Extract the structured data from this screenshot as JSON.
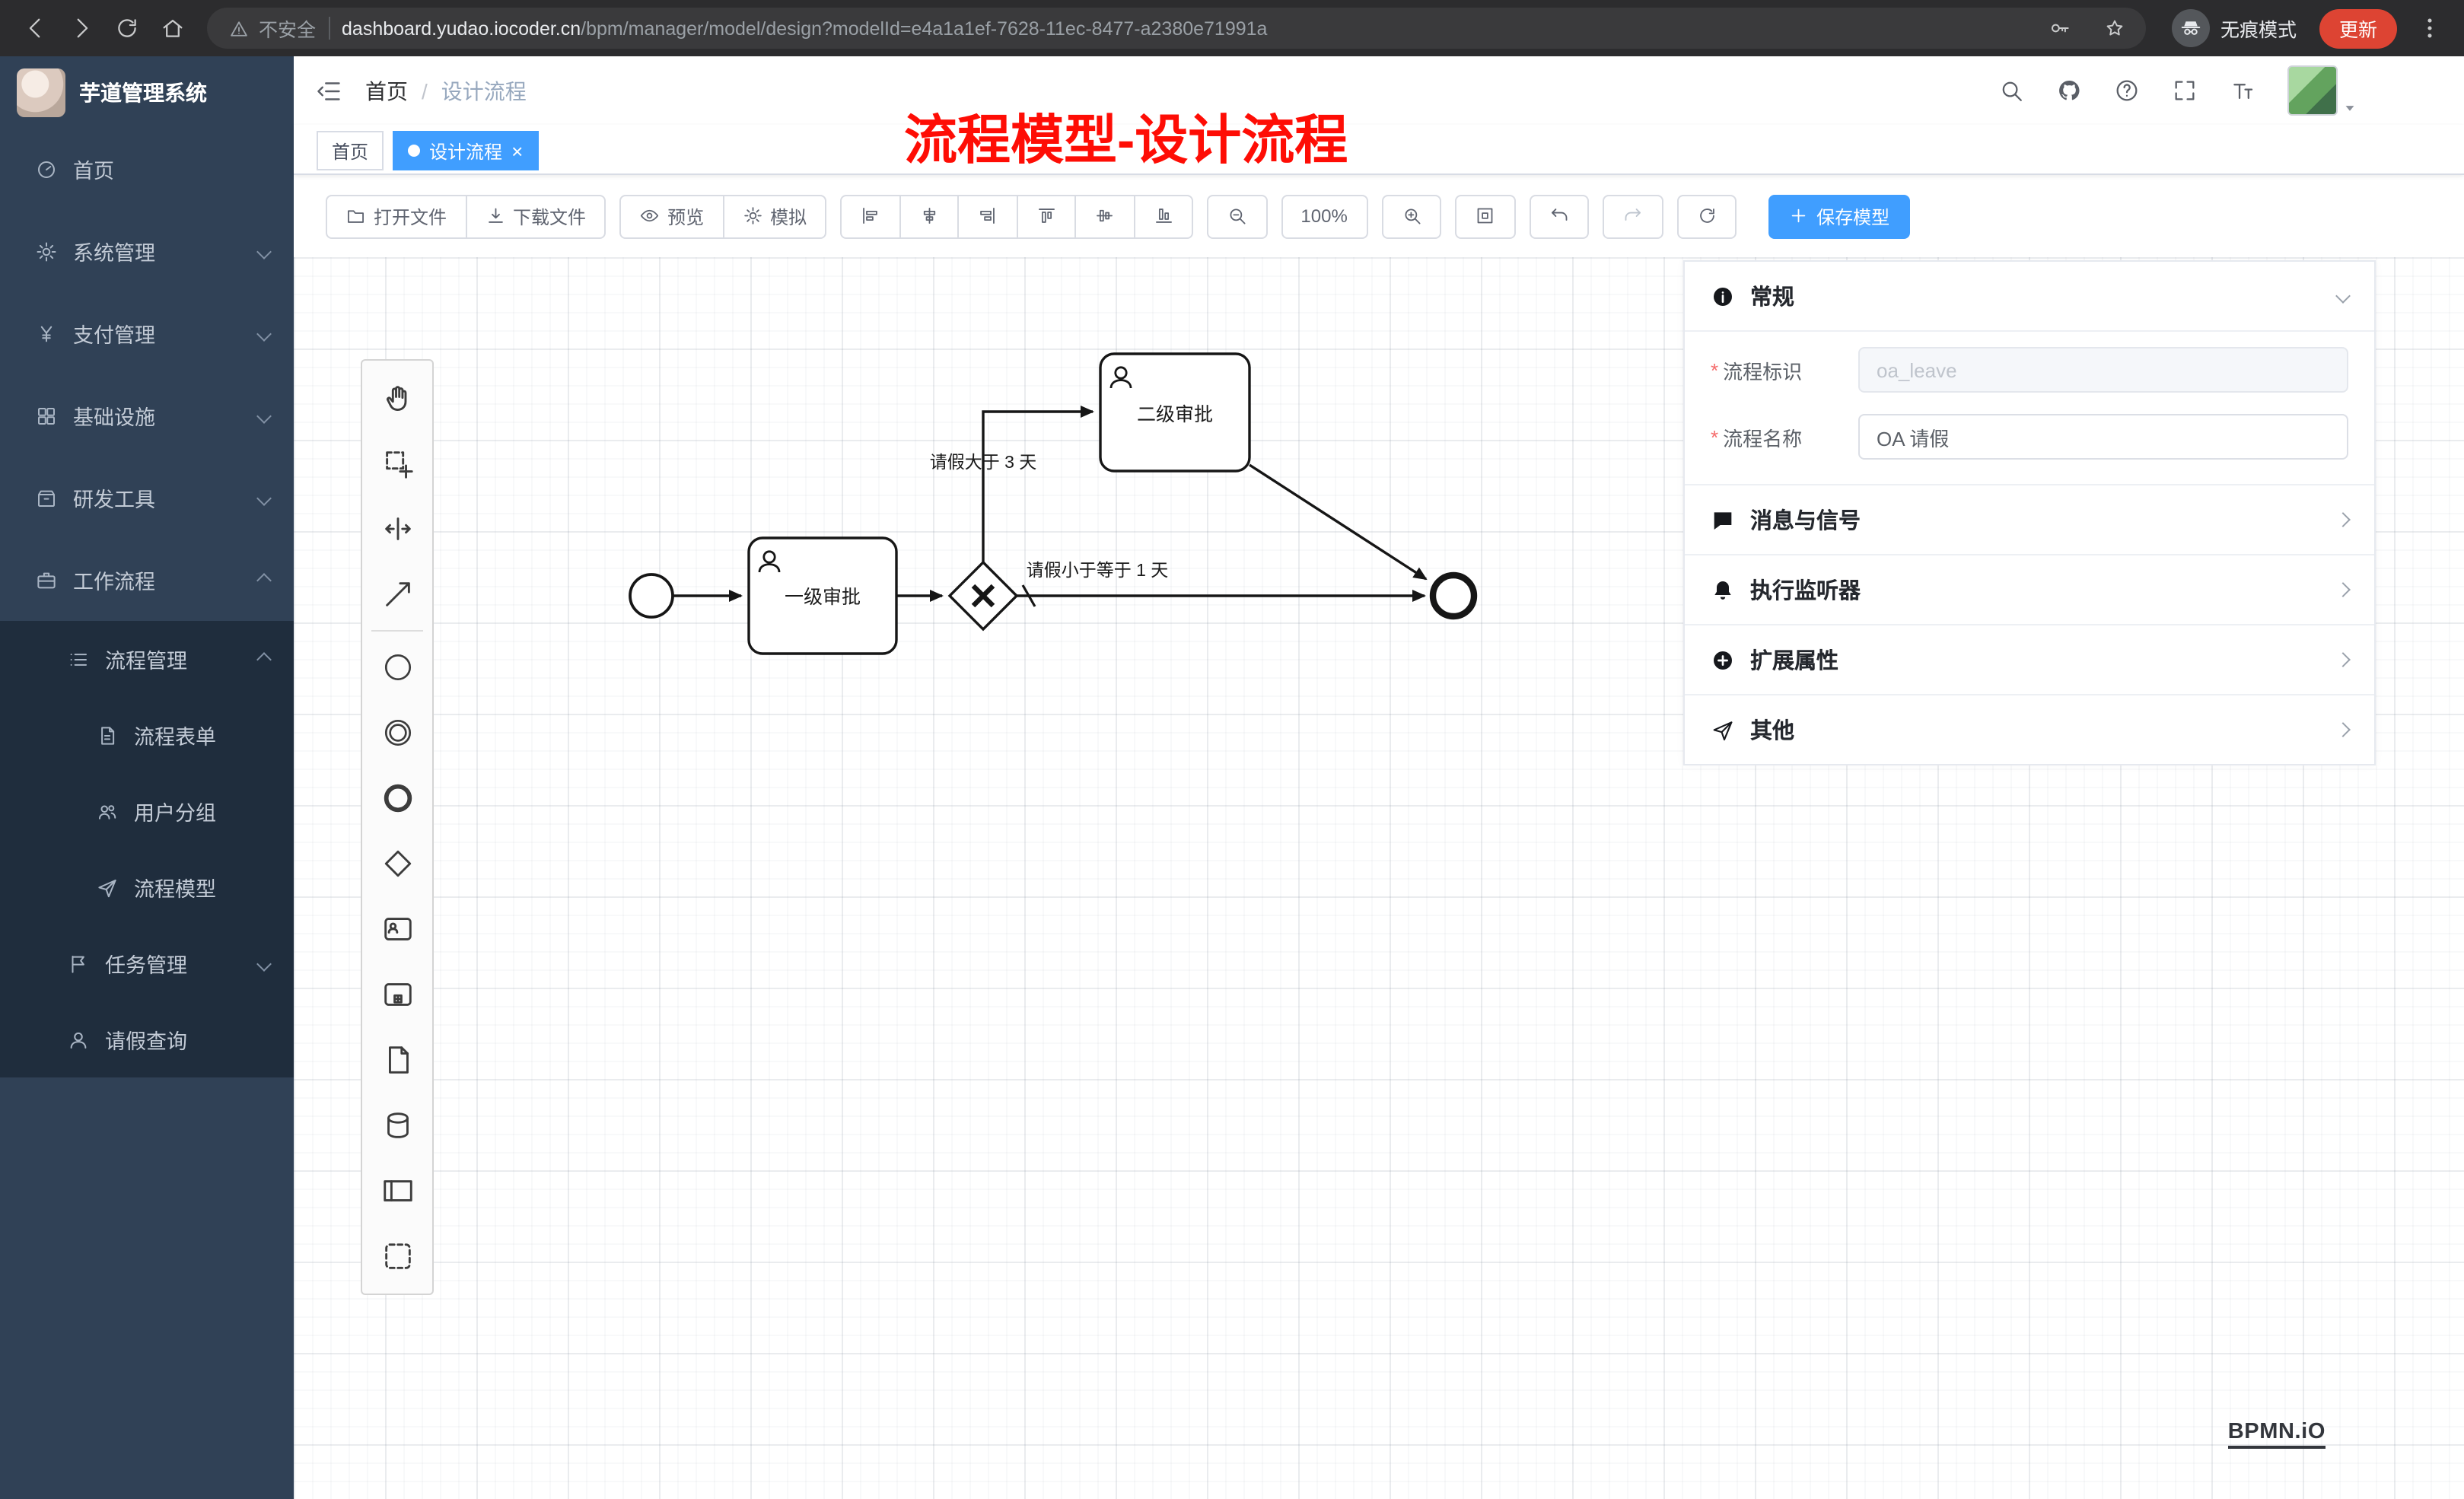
{
  "browser": {
    "security_label": "不安全",
    "url_host": "dashboard.yudao.iocoder.cn",
    "url_path": "/bpm/manager/model/design?modelId=e4a1a1ef-7628-11ec-8477-a2380e71991a",
    "incognito_label": "无痕模式",
    "update_label": "更新"
  },
  "sidebar": {
    "app_title": "芋道管理系统",
    "items": [
      {
        "label": "首页"
      },
      {
        "label": "系统管理"
      },
      {
        "label": "支付管理"
      },
      {
        "label": "基础设施"
      },
      {
        "label": "研发工具"
      },
      {
        "label": "工作流程"
      },
      {
        "label": "流程管理"
      },
      {
        "label": "流程表单"
      },
      {
        "label": "用户分组"
      },
      {
        "label": "流程模型"
      },
      {
        "label": "任务管理"
      },
      {
        "label": "请假查询"
      }
    ]
  },
  "header": {
    "breadcrumb_home": "首页",
    "breadcrumb_current": "设计流程"
  },
  "annotation": "流程模型-设计流程",
  "tabs": {
    "home": "首页",
    "design": "设计流程"
  },
  "toolbar": {
    "open_file": "打开文件",
    "download_file": "下载文件",
    "preview": "预览",
    "simulate": "模拟",
    "zoom_level": "100%",
    "save_model": "保存模型"
  },
  "diagram": {
    "task_first_approval": "一级审批",
    "task_second_approval": "二级审批",
    "flow_gt3": "请假大于 3 天",
    "flow_le1": "请假小于等于 1 天"
  },
  "panel": {
    "general_title": "常规",
    "required_mark": "*",
    "process_key_label": "流程标识",
    "process_key_value": "oa_leave",
    "process_name_label": "流程名称",
    "process_name_value": "OA 请假",
    "sections": [
      {
        "label": "消息与信号"
      },
      {
        "label": "执行监听器"
      },
      {
        "label": "扩展属性"
      },
      {
        "label": "其他"
      }
    ]
  },
  "watermark": "BPMN.iO",
  "colors": {
    "accent": "#409eff",
    "annotation_red": "#fe0d05",
    "update_button_red": "#dd4433",
    "sidebar_bg": "#304156",
    "submenu_bg": "#1f2d3d"
  }
}
